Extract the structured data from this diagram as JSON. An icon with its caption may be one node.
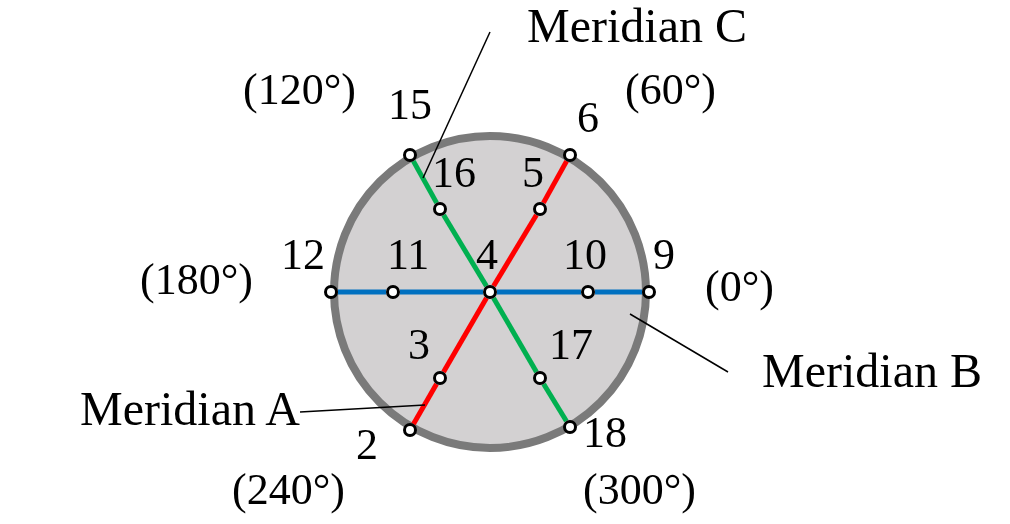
{
  "diagram": {
    "nodes": [
      {
        "text": [
          "Meridian C"
        ]
      },
      {
        "text": [],
        "shape": "circle",
        "beside": [
          "15"
        ]
      },
      {
        "text": [],
        "shape": "circle",
        "beside": [
          "6"
        ]
      },
      {
        "text": [],
        "shape": "circle",
        "beside": [
          "16"
        ]
      },
      {
        "text": [],
        "shape": "circle",
        "beside": [
          "5"
        ]
      },
      {
        "text": [],
        "shape": "circle",
        "beside": [
          "12"
        ]
      },
      {
        "text": [],
        "shape": "circle",
        "beside": [
          "11"
        ]
      },
      {
        "text": [],
        "shape": "circle",
        "beside": [
          "4"
        ]
      },
      {
        "text": [],
        "shape": "circle",
        "beside": [
          "10"
        ]
      },
      {
        "text": [],
        "shape": "circle",
        "beside": [
          "9"
        ]
      },
      {
        "text": [],
        "shape": "circle",
        "beside": [
          "3"
        ]
      },
      {
        "text": [],
        "shape": "circle",
        "beside": [
          "17"
        ]
      },
      {
        "text": [
          "Meridian B"
        ]
      },
      {
        "text": [
          "Meridian A"
        ]
      },
      {
        "text": [],
        "shape": "circle",
        "beside": [
          "2"
        ]
      },
      {
        "text": [],
        "shape": "circle",
        "beside": [
          "18"
        ]
      }
    ],
    "edges": [
      {
        "from": 5,
        "to": 6,
        "arrow": "none",
        "color": "#0070c0"
      },
      {
        "from": 6,
        "to": 7,
        "arrow": "none",
        "color": "#0070c0"
      },
      {
        "from": 7,
        "to": 8,
        "arrow": "none",
        "color": "#0070c0"
      },
      {
        "from": 8,
        "to": 9,
        "arrow": "none",
        "color": "#0070c0"
      },
      {
        "from": 14,
        "to": 10,
        "arrow": "none",
        "color": "#ff0000"
      },
      {
        "from": 10,
        "to": 7,
        "arrow": "none",
        "color": "#ff0000"
      },
      {
        "from": 7,
        "to": 4,
        "arrow": "none",
        "color": "#ff0000"
      },
      {
        "from": 4,
        "to": 2,
        "arrow": "none",
        "color": "#ff0000"
      },
      {
        "from": 1,
        "to": 3,
        "arrow": "none",
        "color": "#00b050"
      },
      {
        "from": 3,
        "to": 7,
        "arrow": "none",
        "color": "#00b050"
      },
      {
        "from": 7,
        "to": 11,
        "arrow": "none",
        "color": "#00b050"
      },
      {
        "from": 11,
        "to": 15,
        "arrow": "none",
        "color": "#00b050"
      },
      {
        "from": 0,
        "to": null,
        "arrow": "none",
        "color": "#000000"
      },
      {
        "from": 12,
        "to": null,
        "arrow": "none",
        "color": "#000000"
      },
      {
        "from": 13,
        "to": null,
        "arrow": "none",
        "color": "#000000"
      }
    ],
    "labels": [
      "(120°)",
      "(60°)",
      "(180°)",
      "(0°)",
      "(240°)",
      "(300°)"
    ]
  }
}
